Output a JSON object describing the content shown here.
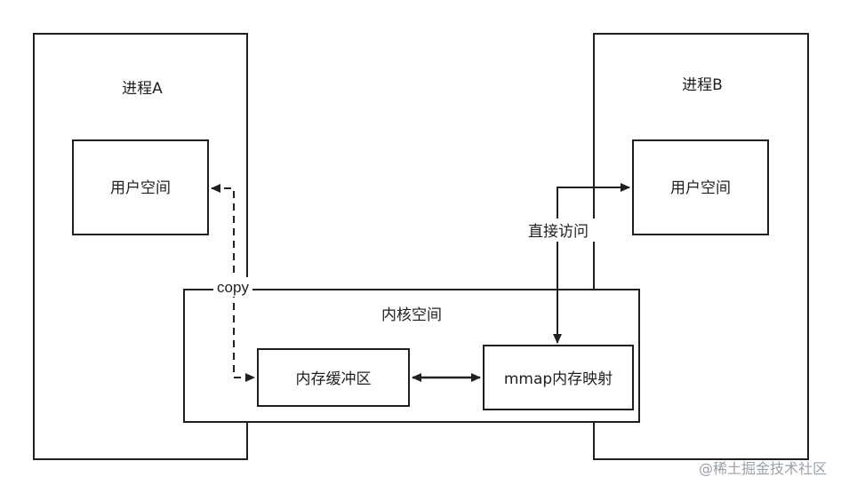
{
  "diagram": {
    "process_a": {
      "title": "进程A",
      "user_space": "用户空间"
    },
    "process_b": {
      "title": "进程B",
      "user_space": "用户空间"
    },
    "kernel": {
      "title": "内核空间",
      "buffer": "内存缓冲区",
      "mmap": "mmap内存映射"
    },
    "edges": {
      "copy": "copy",
      "direct_access": "直接访问"
    }
  },
  "watermark": "@稀土掘金技术社区"
}
